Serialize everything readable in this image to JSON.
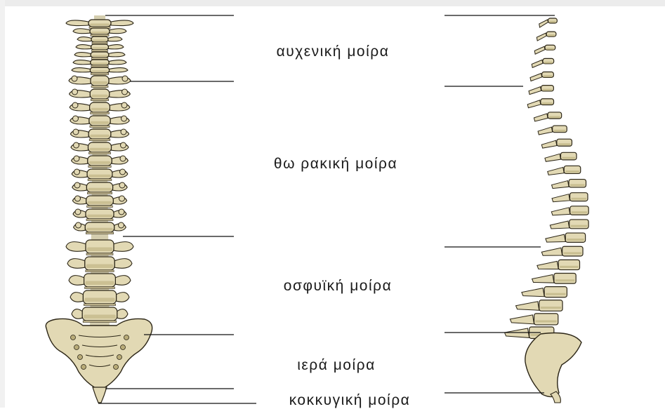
{
  "labels": {
    "cervical": "αυχενική μοίρα",
    "thoracic": "θω ρακική μοίρα",
    "lumbar": "οσφυϊκή μοίρα",
    "sacral": "ιερά μοίρα",
    "coccygeal": "κοκκυγική μοίρα"
  },
  "colors": {
    "bone_fill": "#e2d9b4",
    "bone_shade": "#b8ab78",
    "bone_outline": "#2b2516",
    "disc_fill": "#cfc39a",
    "leader_line": "#111111",
    "label_text": "#1a1a1a"
  }
}
